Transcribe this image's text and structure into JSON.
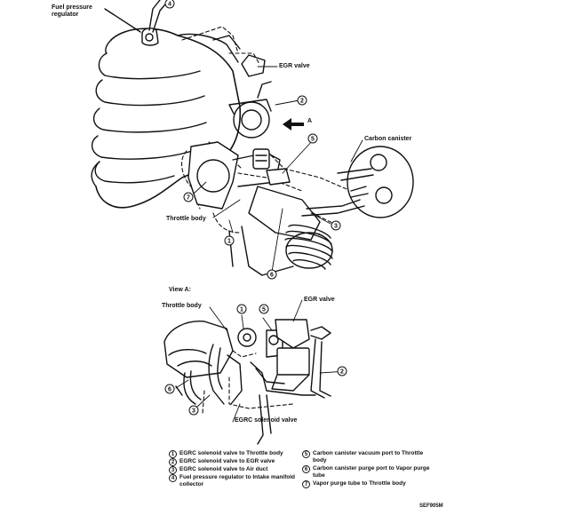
{
  "labels": {
    "fuel_pressure_regulator": "Fuel pressure regulator",
    "egr_valve_top": "EGR valve",
    "view_a_arrow": "A",
    "carbon_canister": "Carbon canister",
    "throttle_body_top": "Throttle body",
    "view_a": "View A:",
    "throttle_body_bottom": "Throttle body",
    "egr_valve_bottom": "EGR valve",
    "egrc_solenoid_valve": "EGRC solenoid valve",
    "figure_code": "SEF905M"
  },
  "callouts": {
    "c1": "1",
    "c2": "2",
    "c3": "3",
    "c4": "4",
    "c5": "5",
    "c6": "6",
    "c7": "7"
  },
  "legend": [
    {
      "num": "1",
      "text": "EGRC solenoid valve to Throttle body"
    },
    {
      "num": "2",
      "text": "EGRC solenoid valve to EGR valve"
    },
    {
      "num": "3",
      "text": "EGRC solenoid valve to Air duct"
    },
    {
      "num": "4",
      "text": "Fuel pressure regulator to Intake manifold collector"
    },
    {
      "num": "5",
      "text": "Carbon canister vacuum port to Throttle body"
    },
    {
      "num": "6",
      "text": "Carbon canister purge port to Vapor purge tube"
    },
    {
      "num": "7",
      "text": "Vapor purge tube to Throttle body"
    }
  ]
}
